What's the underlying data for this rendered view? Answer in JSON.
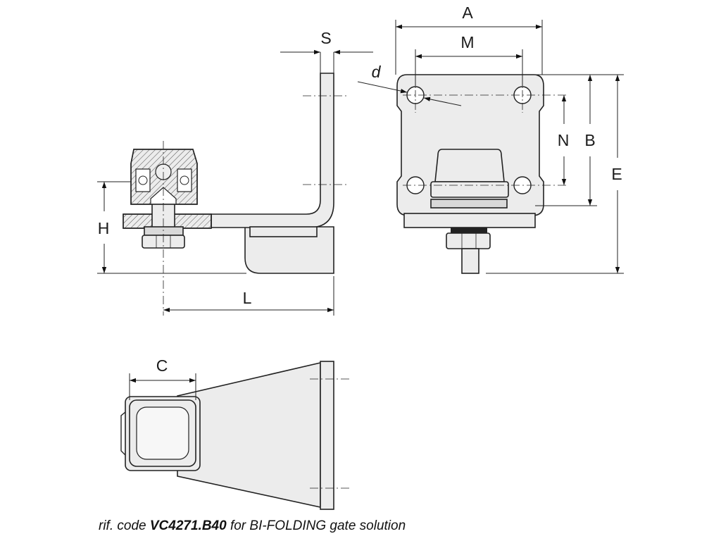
{
  "labels": {
    "A": "A",
    "M": "M",
    "S": "S",
    "d": "d",
    "N": "N",
    "B": "B",
    "E": "E",
    "H": "H",
    "L": "L",
    "C": "C"
  },
  "caption": {
    "prefix": "rif. code ",
    "code": "VC4271.B40",
    "suffix": " for BI-FOLDING gate solution"
  }
}
